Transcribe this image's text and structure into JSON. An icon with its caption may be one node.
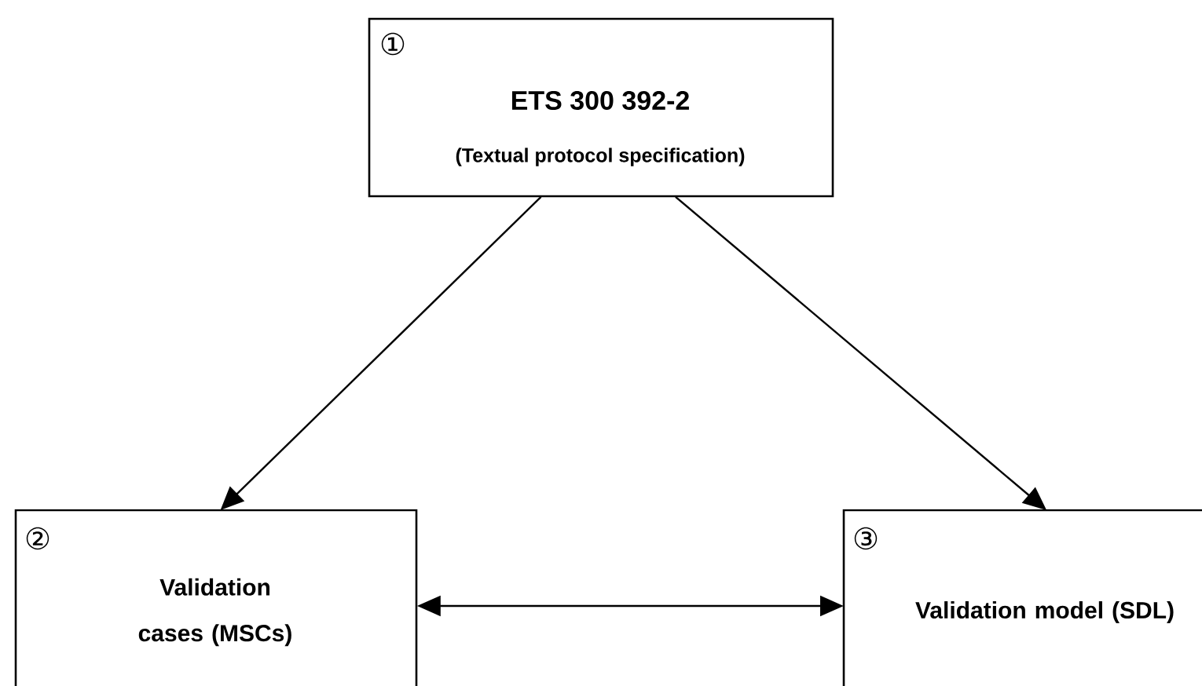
{
  "diagram": {
    "nodes": [
      {
        "text": [
          "①",
          "ETS 300 392-2",
          "(Textual protocol specification)"
        ]
      },
      {
        "text": [
          "②",
          "Validation cases (MSCs)"
        ]
      },
      {
        "text": [
          "③",
          "Validation model (SDL)"
        ]
      }
    ],
    "edges": [
      {
        "from": 0,
        "to": 1,
        "arrow": "to"
      },
      {
        "from": 0,
        "to": 2,
        "arrow": "to"
      },
      {
        "from": 1,
        "to": 2,
        "arrow": "both"
      }
    ]
  }
}
